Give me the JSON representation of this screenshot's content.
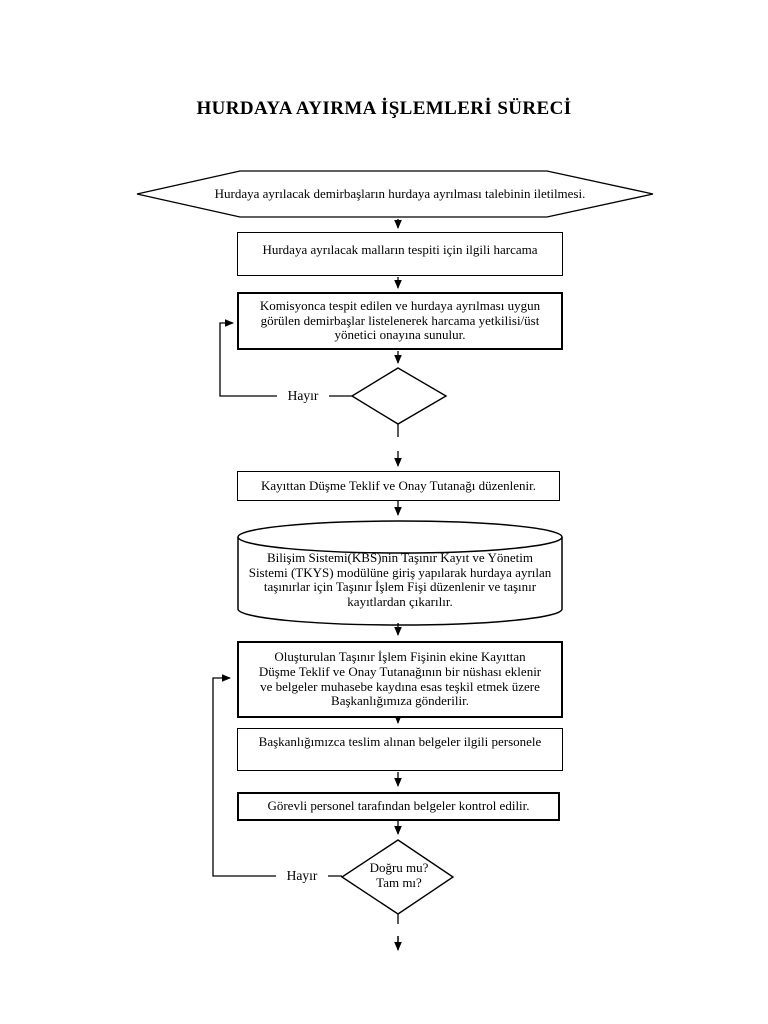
{
  "page": {
    "title": "HURDAYA AYIRMA İŞLEMLERİ SÜRECİ",
    "background_color": "#ffffff",
    "line_color": "#000000"
  },
  "flowchart": {
    "start_hexagon": {
      "shape": "hexagon",
      "text": "Hurdaya ayrılacak demirbaşların hurdaya ayrılması talebinin iletilmesi."
    },
    "step_tespit": {
      "shape": "rectangle",
      "text": "Hurdaya ayrılacak malların tespiti için ilgili harcama"
    },
    "step_komisyon": {
      "shape": "rectangle-bold",
      "text": "Komisyonca tespit  edilen ve hurdaya ayrılması uygun görülen demirbaşlar listelenerek harcama yetkilisi/üst yönetici onayına sunulur."
    },
    "decision_onay": {
      "shape": "diamond",
      "text": "",
      "no_label": "Hayır"
    },
    "step_tutanak": {
      "shape": "rectangle",
      "text": "Kayıttan Düşme Teklif ve Onay Tutanağı düzenlenir."
    },
    "step_kbs": {
      "shape": "cylinder",
      "text": "Bilişim Sistemi(KBS)nin Taşınır Kayıt ve Yönetim\nSistemi (TKYS) modülüne giriş yapılarak hurdaya ayrılan\ntaşınırlar  için Taşınır İşlem Fişi düzenlenir ve taşınır\nkayıtlardan çıkarılır."
    },
    "step_gonderim": {
      "shape": "rectangle-bold",
      "text": "Oluşturulan Taşınır İşlem Fişinin ekine Kayıttan\nDüşme Teklif ve Onay Tutanağının bir nüshası eklenir\nve belgeler muhasebe kaydına esas teşkil etmek üzere\nBaşkanlığımıza gönderilir."
    },
    "step_teslim": {
      "shape": "rectangle",
      "text": "Başkanlığımızca teslim alınan belgeler ilgili personele"
    },
    "step_kontrol": {
      "shape": "rectangle-bold",
      "text": "Görevli personel tarafından belgeler kontrol edilir."
    },
    "decision_kontrol": {
      "shape": "diamond",
      "text": "Doğru mu?\nTam mı?",
      "no_label": "Hayır"
    }
  }
}
